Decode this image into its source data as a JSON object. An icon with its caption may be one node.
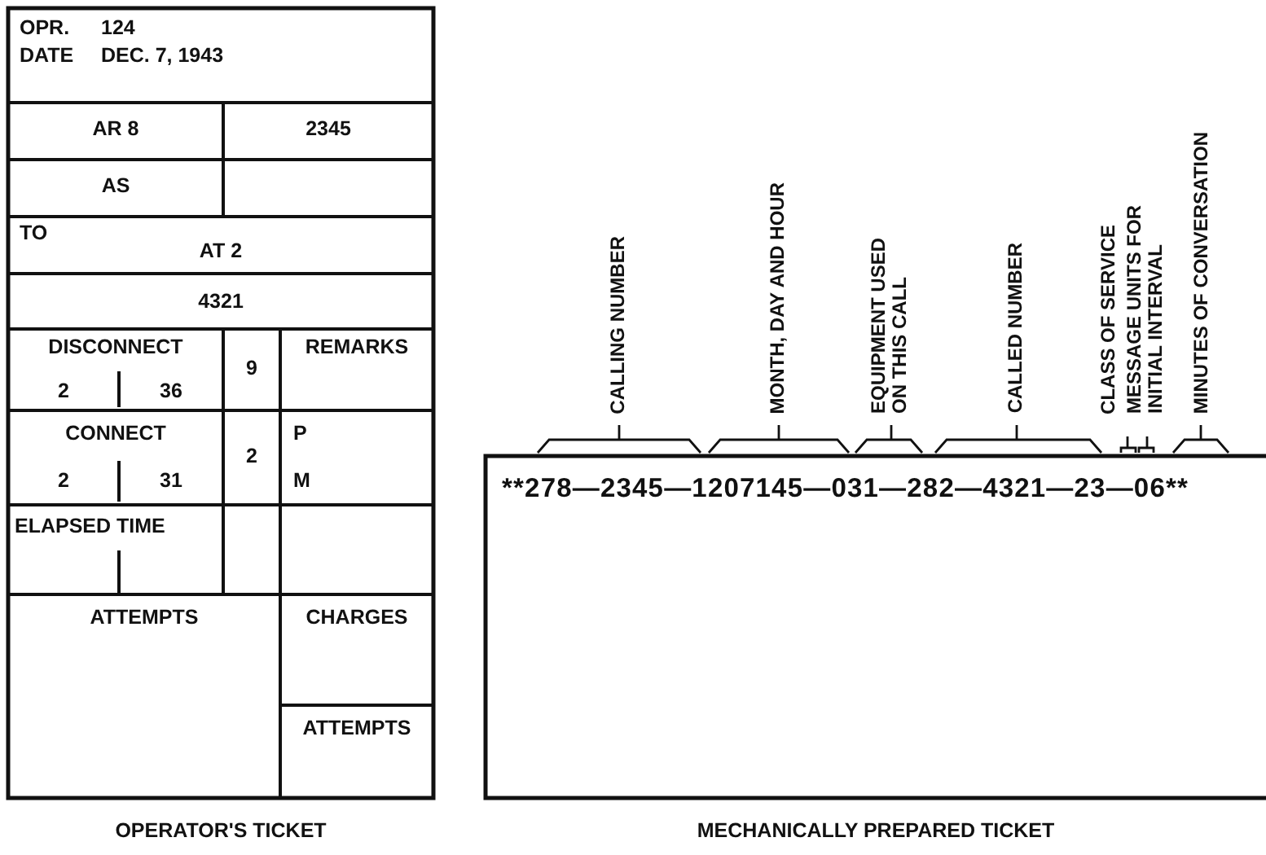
{
  "diagram": {
    "labels": [
      "OPR.",
      "124",
      "DATE",
      "DEC. 7, 1943",
      "AR 8",
      "2345",
      "AS",
      "TO",
      "AT 2",
      "4321",
      "DISCONNECT",
      "9",
      "REMARKS",
      "2",
      "36",
      "CONNECT",
      "2",
      "P",
      "2",
      "31",
      "M",
      "ELAPSED TIME",
      "ATTEMPTS",
      "CHARGES",
      "ATTEMPTS",
      "OPERATOR'S TICKET",
      "CALLING NUMBER",
      "MONTH, DAY AND HOUR",
      "EQUIPMENT USED ON THIS CALL",
      "CALLED NUMBER",
      "CLASS OF SERVICE",
      "MESSAGE UNITS FOR INITIAL INTERVAL",
      "MINUTES OF CONVERSATION",
      "**278—2345—1207145—031—282—4321—23—06**",
      "MECHANICALLY PREPARED TICKET"
    ]
  }
}
